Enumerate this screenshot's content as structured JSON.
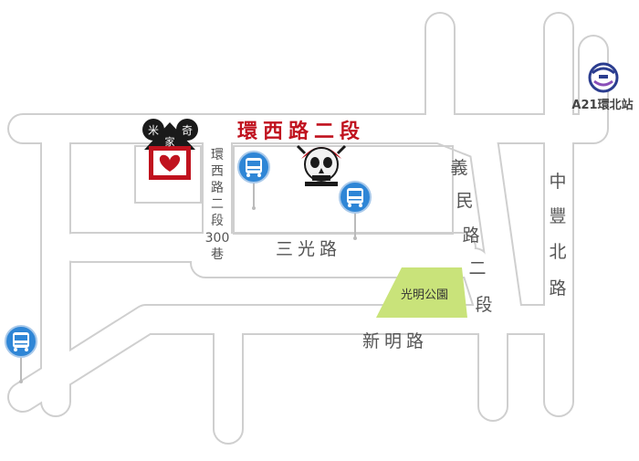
{
  "roads": {
    "huanxi_section2": "環西路二段",
    "huanxi_lane300": [
      "環",
      "西",
      "路",
      "二",
      "段",
      "300",
      "巷"
    ],
    "sanguang": "三光路",
    "xinming": "新明路",
    "yimin": [
      "義",
      "民",
      "路",
      "二",
      "段"
    ],
    "zhongfeng": [
      "中",
      "豐",
      "北",
      "路"
    ]
  },
  "landmarks": {
    "park": "光明公園",
    "mrt_station": "A21環北站",
    "restaurant_logo": {
      "top_left": "米",
      "top_right": "奇",
      "center": "家"
    }
  },
  "icons": {
    "bus_stop": "bus-stop-icon",
    "restaurant": "house-logo-icon",
    "shop": "skull-logo-icon",
    "mrt": "metro-logo-icon"
  },
  "colors": {
    "road_fill": "#ffffff",
    "road_edge": "#cfcfcf",
    "highlight_road_text": "#c0121e",
    "road_text": "#555555",
    "park_fill": "#c9e37a",
    "bus_blue": "#2f86d6",
    "mrt_blue": "#2b3d8f"
  }
}
